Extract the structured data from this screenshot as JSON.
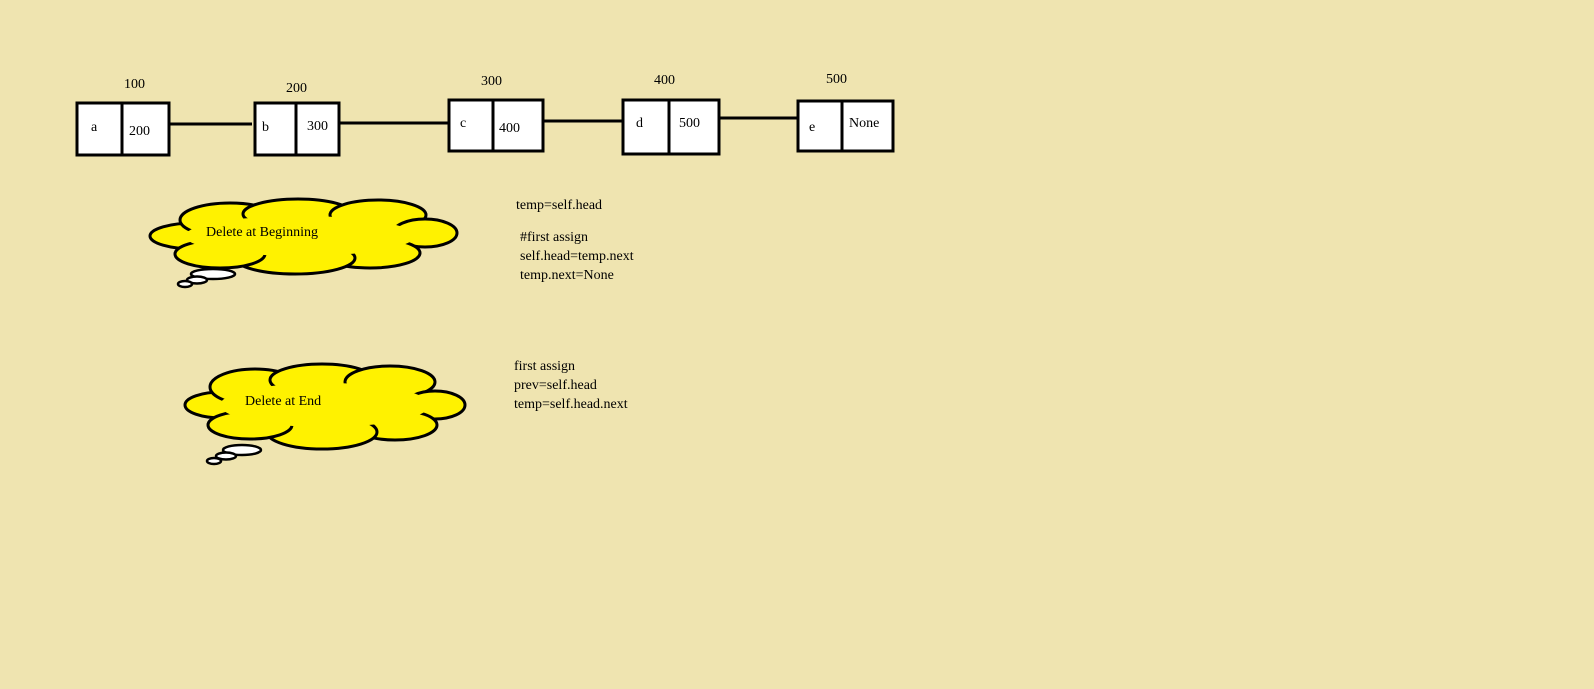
{
  "colors": {
    "background": "#efe4b0",
    "cloud_fill": "#fff200",
    "node_fill": "#ffffff",
    "stroke": "#000000"
  },
  "nodes": [
    {
      "address": "100",
      "data": "a",
      "next": "200"
    },
    {
      "address": "200",
      "data": "b",
      "next": "300"
    },
    {
      "address": "300",
      "data": "c",
      "next": "400"
    },
    {
      "address": "400",
      "data": "d",
      "next": "500"
    },
    {
      "address": "500",
      "data": "e",
      "next": "None"
    }
  ],
  "clouds": [
    {
      "label": "Delete at Beginning"
    },
    {
      "label": "Delete at End"
    }
  ],
  "code_blocks": {
    "beginning_line1": "temp=self.head",
    "beginning_lines": [
      "#first assign",
      "self.head=temp.next",
      "temp.next=None"
    ],
    "end_lines": [
      "first assign",
      "prev=self.head",
      "temp=self.head.next"
    ]
  }
}
